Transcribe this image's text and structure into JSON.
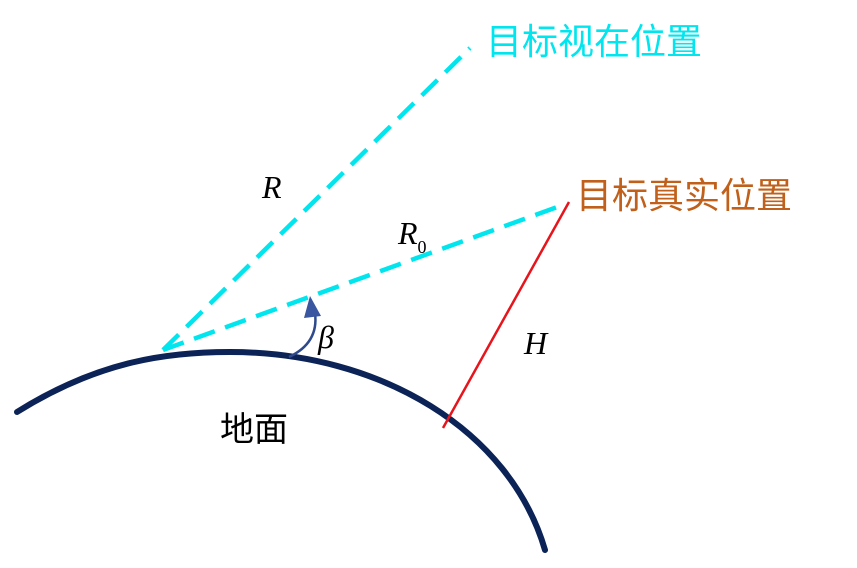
{
  "labels": {
    "apparent_position": "目标视在位置",
    "true_position": "目标真实位置",
    "ground": "地面",
    "R": "R",
    "R0_base": "R",
    "R0_sub": "0",
    "H": "H",
    "beta": "β"
  },
  "colors": {
    "apparent": "#00e5ee",
    "true_label": "#c0601a",
    "true_line": "#e8141b",
    "ground": "#0b2356",
    "arrow": "#2e4a8c",
    "text": "#000000"
  }
}
